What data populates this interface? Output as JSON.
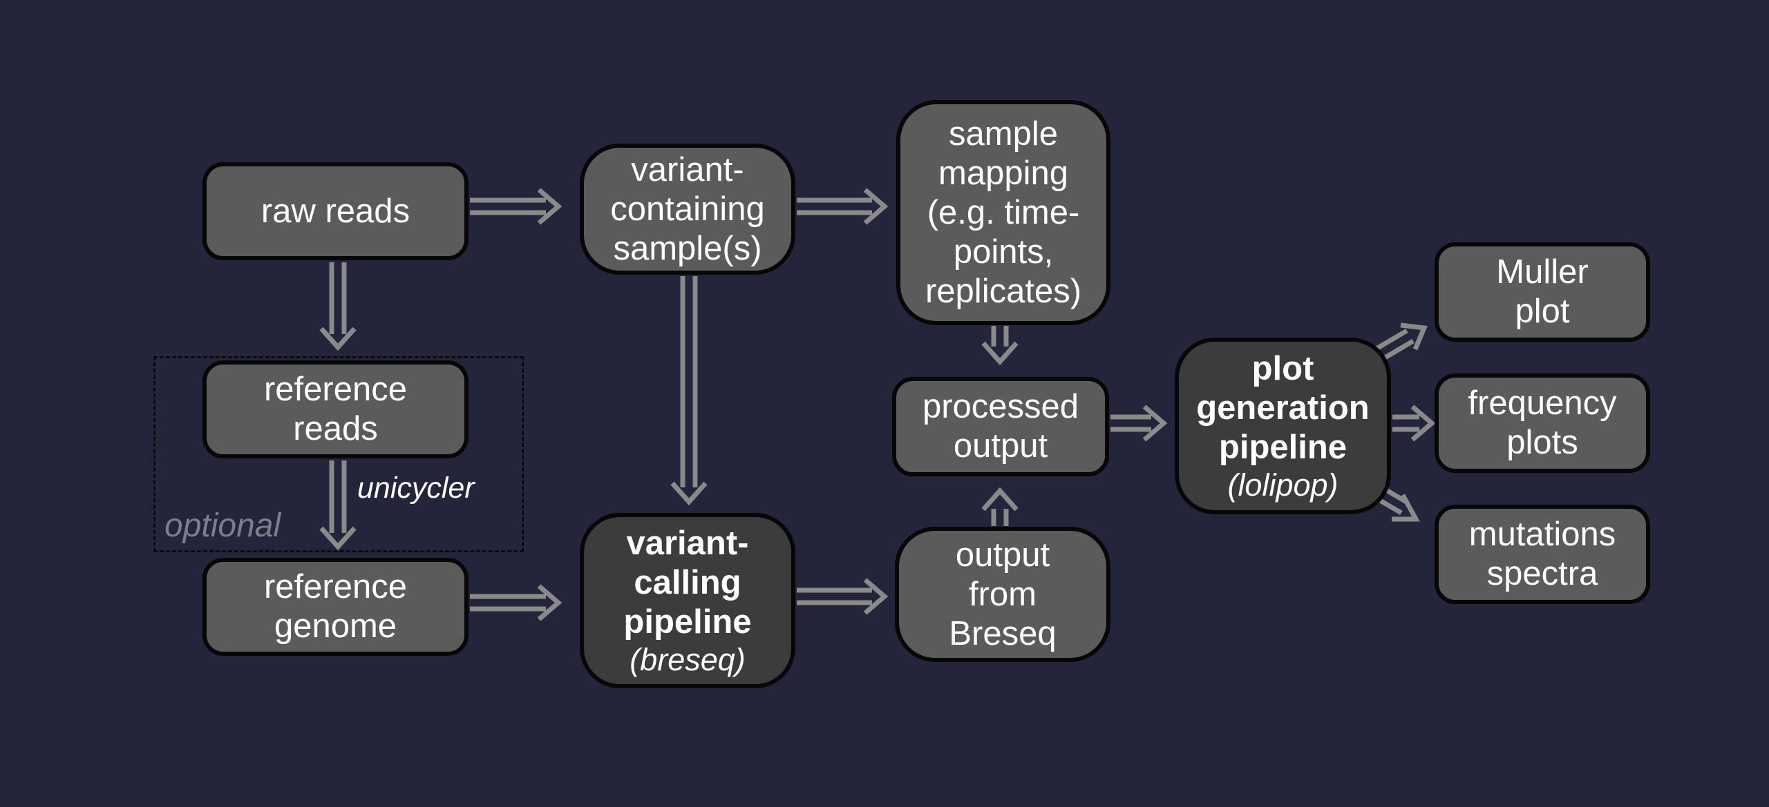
{
  "colors": {
    "background": "#24243b",
    "node_fill": "#5b5b5b",
    "pipeline_fill": "#3c3c3c",
    "node_border": "#070707",
    "arrow": "#8a8a8a",
    "text": "#ffffff",
    "optional_text": "#7e7e8a"
  },
  "nodes": {
    "raw_reads": "raw reads",
    "reference_reads": "reference\nreads",
    "reference_genome": "reference\ngenome",
    "variant_sample": "variant-\ncontaining\nsample(s)",
    "variant_pipeline": {
      "title": "variant-\ncalling\npipeline",
      "tool": "(breseq)"
    },
    "sample_mapping": "sample\nmapping\n(e.g. time-\npoints,\nreplicates)",
    "processed_output": "processed\noutput",
    "breseq_output": "output\nfrom\nBreseq",
    "plot_pipeline": {
      "title": "plot\ngeneration\npipeline",
      "tool": "(lolipop)"
    },
    "muller_plot": "Muller\nplot",
    "frequency_plots": "frequency\nplots",
    "mutations_spectra": "mutations\nspectra"
  },
  "labels": {
    "optional": "optional",
    "unicycler": "unicycler"
  }
}
